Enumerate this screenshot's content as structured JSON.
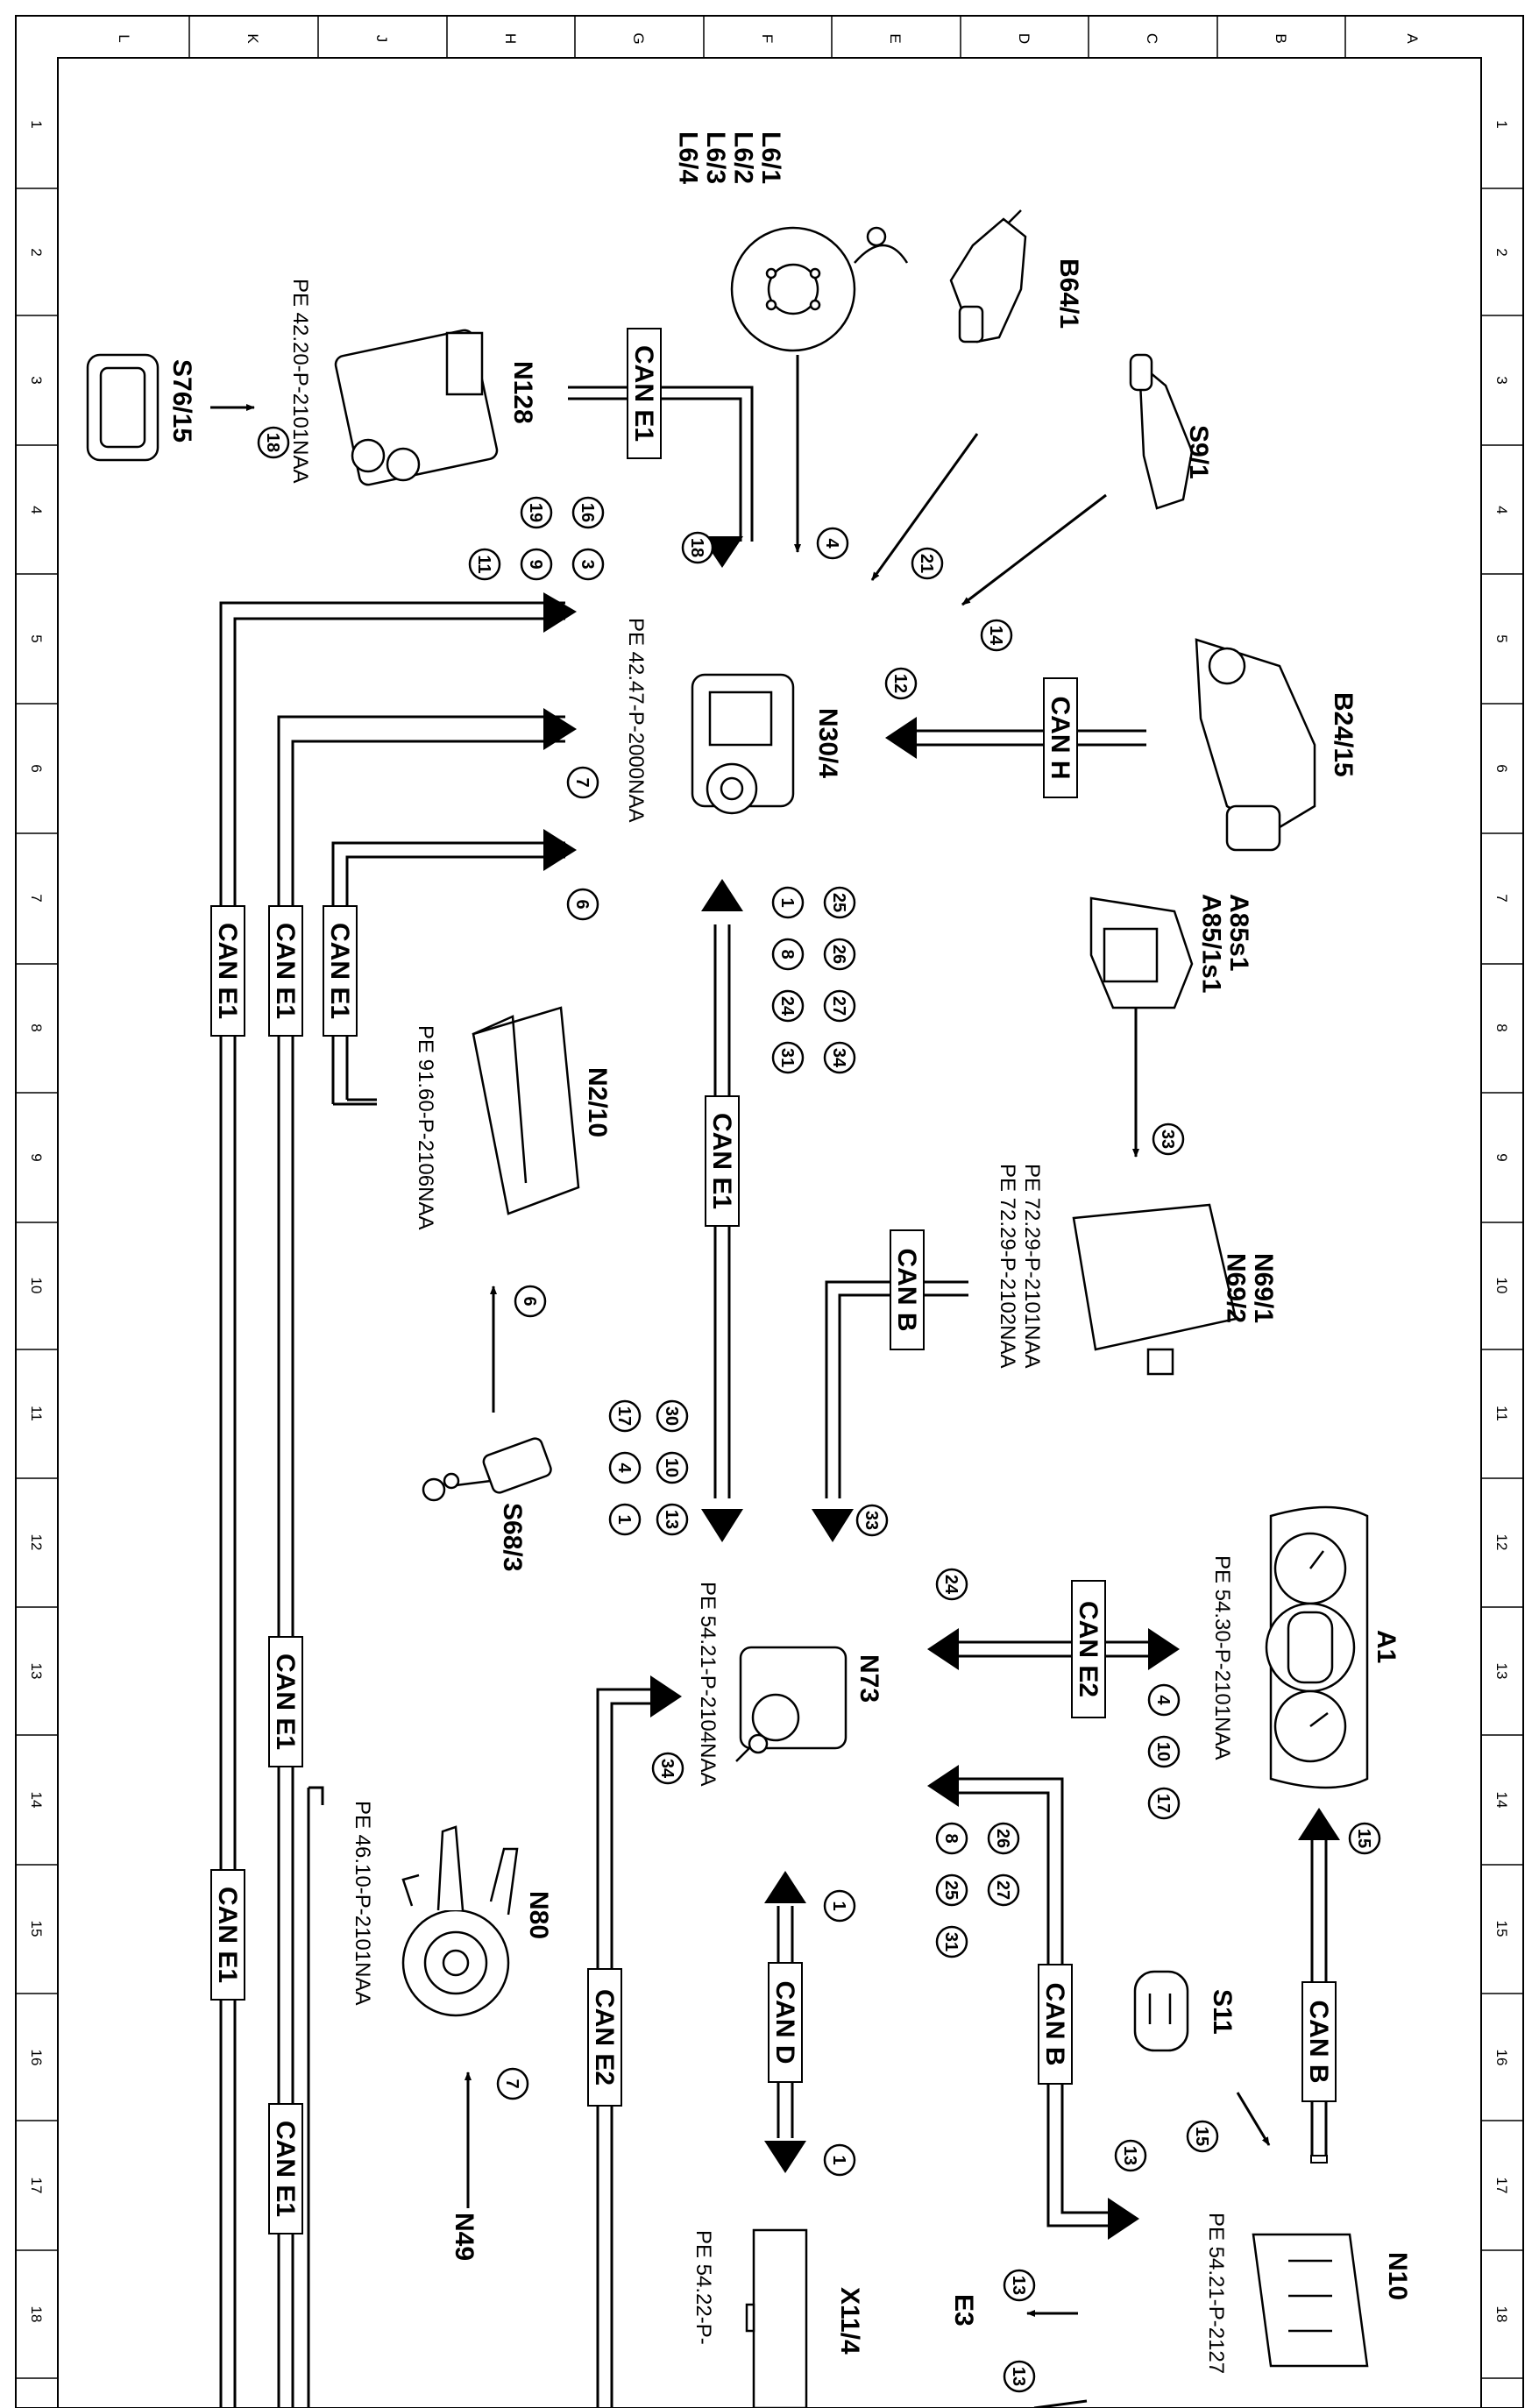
{
  "grid": {
    "letters": [
      "L",
      "K",
      "J",
      "H",
      "G",
      "F",
      "E",
      "D",
      "C",
      "B",
      "A"
    ],
    "numbers": [
      "1",
      "2",
      "3",
      "4",
      "5",
      "6",
      "7",
      "8",
      "9",
      "10",
      "11",
      "12",
      "13",
      "14",
      "15",
      "16",
      "17",
      "18"
    ]
  },
  "components": {
    "L6": "L6/1\nL6/2\nL6/3\nL6/4",
    "B64_1": "B64/1",
    "S9_1": "S9/1",
    "N128": "N128",
    "S76_15": "S76/15",
    "N30_4": "N30/4",
    "B24_15": "B24/15",
    "A85": "A85s1\nA85/1s1",
    "N2_10": "N2/10",
    "N69": "N69/1\nN69/2",
    "S68_3": "S68/3",
    "N73": "N73",
    "A1": "A1",
    "N80": "N80",
    "S11": "S11",
    "N49": "N49",
    "N10": "N10",
    "X11_4": "X11/4",
    "E3": "E3"
  },
  "refs": {
    "N128": "PE 42.20-P-2101NAA",
    "N30_4": "PE 42.47-P-2000NAA",
    "N2_10": "PE 91.60-P-2106NAA",
    "N69_a": "PE 72.29-P-2101NAA",
    "N69_b": "PE 72.29-P-2102NAA",
    "N73": "PE 54.21-P-2104NAA",
    "A1": "PE 54.30-P-2101NAA",
    "N80": "PE 46.10-P-2101NAA",
    "N10": "PE 54.21-P-2127",
    "X11_4": "PE 54.22-P-"
  },
  "buses": {
    "e1_n128": "CAN E1",
    "h": "CAN H",
    "e1_main": "CAN E1",
    "b_n69": "CAN B",
    "e1_left1": "CAN E1",
    "e1_left2": "CAN E1",
    "e1_left3": "CAN E1",
    "e2_a1": "CAN E2",
    "e1_left4": "CAN E1",
    "e1_left5": "CAN E1",
    "e1_left6": "CAN E1",
    "d": "CAN D",
    "b_lower": "CAN B",
    "e2_lower": "CAN E2",
    "b_a1": "CAN B"
  },
  "signals": {
    "s18a": "18",
    "s16": "16",
    "s19": "19",
    "s3": "3",
    "s9": "9",
    "s11": "11",
    "s18b": "18",
    "s4a": "4",
    "s21": "21",
    "s14": "14",
    "s12": "12",
    "s7a": "7",
    "s6a": "6",
    "s25a": "25",
    "s26a": "26",
    "s27a": "27",
    "s34a": "34",
    "s1a": "1",
    "s8a": "8",
    "s24a": "24",
    "s31a": "31",
    "s33a": "33",
    "s6b": "6",
    "s17a": "17",
    "s30": "30",
    "s4b": "4",
    "s10a": "10",
    "s1b": "1",
    "s13a": "13",
    "s33b": "33",
    "s24b": "24",
    "s4c": "4",
    "s10b": "10",
    "s17b": "17",
    "s34b": "34",
    "s26b": "26",
    "s27b": "27",
    "s8b": "8",
    "s25b": "25",
    "s31b": "31",
    "s15a": "15",
    "s1c": "1",
    "s7b": "7",
    "s1d": "1",
    "s15b": "15",
    "s13b": "13",
    "s13c": "13",
    "s13d": "13"
  }
}
